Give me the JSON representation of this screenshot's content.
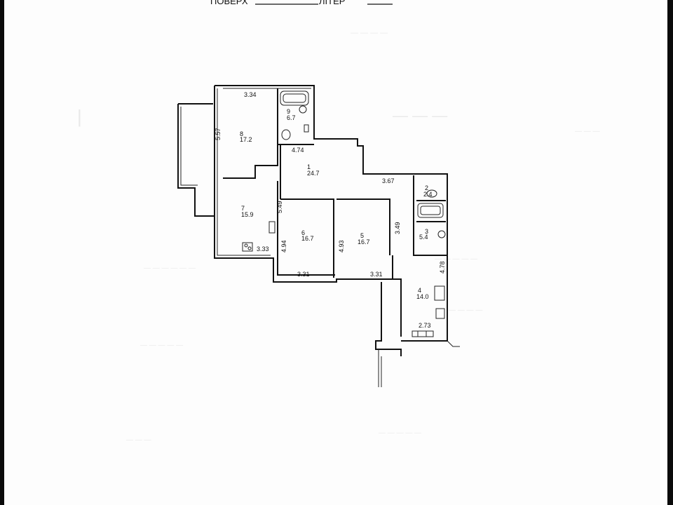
{
  "header": {
    "floor_label": "ПОВЕРХ",
    "liter_label": "ЛІТЕР"
  },
  "rooms": [
    {
      "num": "1",
      "area": "24.7"
    },
    {
      "num": "2",
      "area": "2.4"
    },
    {
      "num": "3",
      "area": "5.4"
    },
    {
      "num": "4",
      "area": "14.0"
    },
    {
      "num": "5",
      "area": "16.7"
    },
    {
      "num": "6",
      "area": "16.7"
    },
    {
      "num": "7",
      "area": "15.9"
    },
    {
      "num": "8",
      "area": "17.2"
    },
    {
      "num": "9",
      "area": "6.7"
    }
  ],
  "dimensions": {
    "d_334": "3.34",
    "d_557": "5.57",
    "d_474": "4.74",
    "d_367": "3.67",
    "d_549": "5.49",
    "d_333": "3.33",
    "d_494": "4.94",
    "d_493": "4.93",
    "d_349": "3.49",
    "d_331a": "3.31",
    "d_331b": "3.31",
    "d_478": "4.78",
    "d_273": "2.73"
  },
  "colors": {
    "paper": "#fdfdfd",
    "frame": "#0a0a0a",
    "ink": "#111111"
  }
}
